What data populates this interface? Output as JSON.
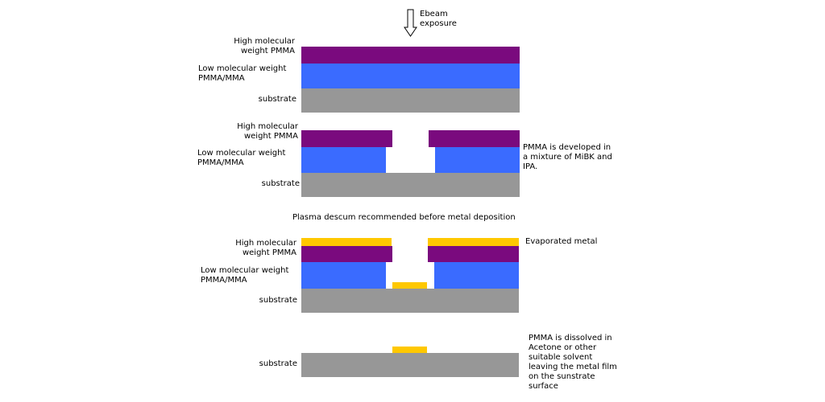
{
  "colors": {
    "high_pmma": "#7a0a7e",
    "low_pmma": "#3a6bff",
    "substrate": "#979797",
    "metal": "#ffc800"
  },
  "exposure": {
    "label": "Ebeam\nexposure"
  },
  "steps": [
    {
      "high_label": "High molecular\nweight PMMA",
      "low_label": "Low molecular weight\nPMMA/MMA",
      "substrate_label": "substrate"
    },
    {
      "high_label": "High molecular\nweight PMMA",
      "low_label": "Low molecular weight\nPMMA/MMA",
      "substrate_label": "substrate",
      "note": "PMMA is developed in\na mixture of MiBK and\nIPA."
    },
    {
      "high_label": "High molecular\nweight PMMA",
      "low_label": "Low molecular weight\nPMMA/MMA",
      "substrate_label": "substrate",
      "note": "Evaporated metal"
    },
    {
      "substrate_label": "substrate",
      "note": "PMMA is dissolved in\nAcetone or other\nsuitable solvent\nleaving the metal film\non the sunstrate\nsurface"
    }
  ],
  "plasma_note": "Plasma descum recommended before metal deposition"
}
